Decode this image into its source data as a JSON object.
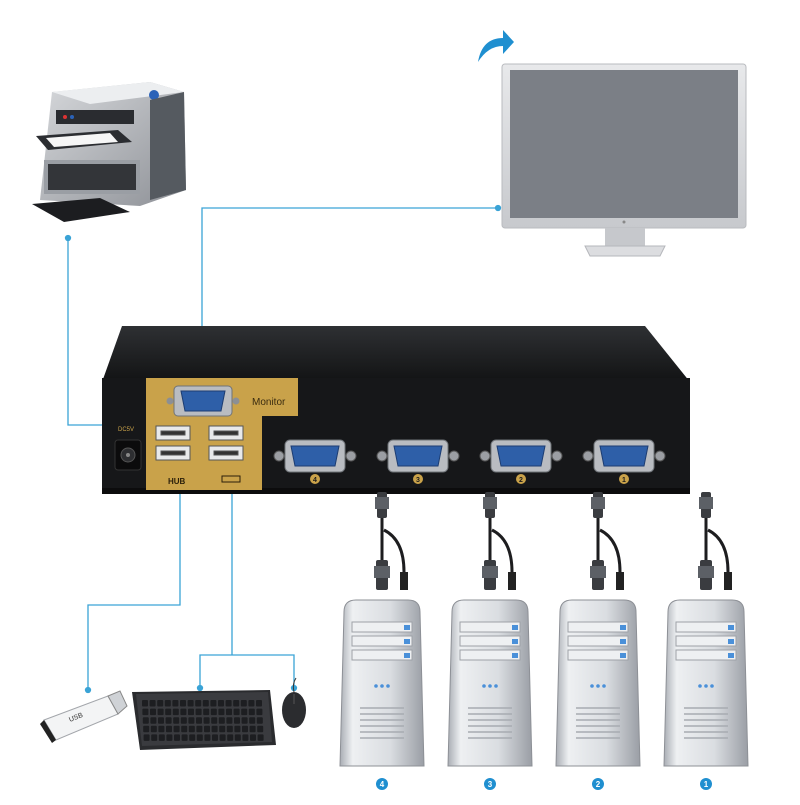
{
  "kvm": {
    "monitor_label": "Monitor",
    "hub_label": "HUB",
    "power_label": "DC5V",
    "ports": [
      "4",
      "3",
      "2",
      "1"
    ]
  },
  "computers": [
    "4",
    "3",
    "2",
    "1"
  ],
  "usb_stick_label": "USB",
  "colors": {
    "connector_line": "#3aa3d6",
    "badge": "#1f8fd0",
    "kvm_body": "#1c1d1f",
    "panel": "#c9a24a",
    "monitor_screen": "#7b7f86"
  }
}
